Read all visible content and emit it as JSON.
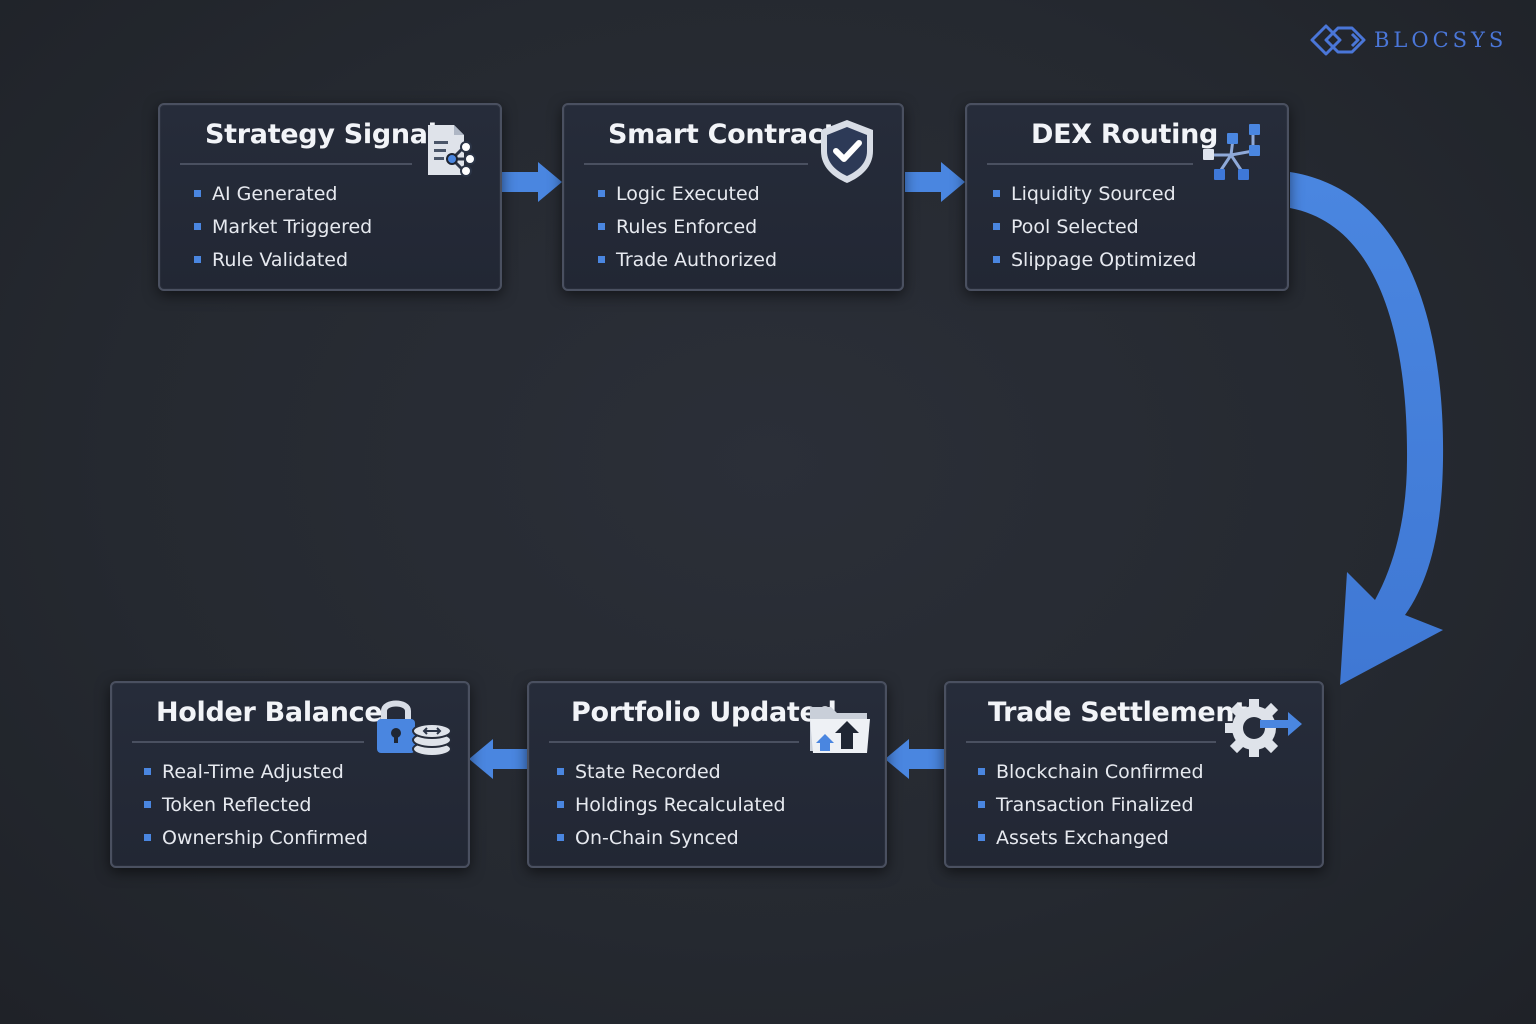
{
  "brand": {
    "name": "BLOCSYS",
    "color": "#4a76d8"
  },
  "accent_color": "#4a86e0",
  "steps": [
    {
      "title": "Strategy Signal",
      "icon": "document-network-icon",
      "items": [
        "AI Generated",
        "Market Triggered",
        "Rule Validated"
      ]
    },
    {
      "title": "Smart Contract",
      "icon": "shield-check-icon",
      "items": [
        "Logic Executed",
        "Rules Enforced",
        "Trade Authorized"
      ]
    },
    {
      "title": "DEX Routing",
      "icon": "routing-network-icon",
      "items": [
        "Liquidity Sourced",
        "Pool Selected",
        "Slippage Optimized"
      ]
    },
    {
      "title": "Trade Settlement",
      "icon": "gear-arrow-icon",
      "items": [
        "Blockchain Confirmed",
        "Transaction Finalized",
        "Assets Exchanged"
      ]
    },
    {
      "title": "Portfolio Updated",
      "icon": "folder-upload-icon",
      "items": [
        "State Recorded",
        "Holdings Recalculated",
        "On-Chain Synced"
      ]
    },
    {
      "title": "Holder Balance",
      "icon": "lock-coins-icon",
      "items": [
        "Real-Time Adjusted",
        "Token Reflected",
        "Ownership Confirmed"
      ]
    }
  ]
}
